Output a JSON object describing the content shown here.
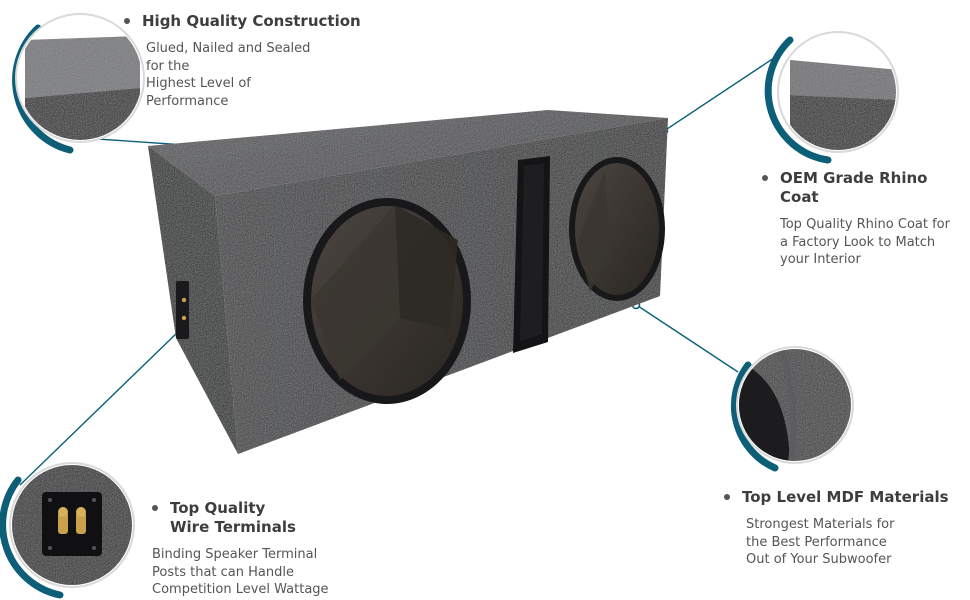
{
  "colors": {
    "accent": "#0d5f78",
    "text_heading": "#3d3d3d",
    "text_body": "#555555",
    "box": "#2f3033"
  },
  "features": {
    "construction": {
      "title": "High Quality Construction",
      "description": "Glued, Nailed and Sealed\nfor the\nHighest Level of\nPerformance"
    },
    "rhino_coat": {
      "title": "OEM Grade Rhino Coat",
      "description": "Top Quality Rhino Coat for\na Factory Look to Match\nyour Interior"
    },
    "mdf": {
      "title": "Top Level MDF Materials",
      "description": "Strongest Materials for\nthe Best Performance\nOut of  Your Subwoofer"
    },
    "terminals": {
      "title": "Top Quality\nWire Terminals",
      "description": "Binding Speaker Terminal\nPosts that can Handle\nCompetition Level Wattage"
    }
  },
  "icons": {
    "construction_badge": "box-edge-closeup-icon",
    "rhino_badge": "rhino-coat-closeup-icon",
    "mdf_badge": "mdf-port-closeup-icon",
    "terminal_badge": "binding-post-terminal-icon"
  }
}
